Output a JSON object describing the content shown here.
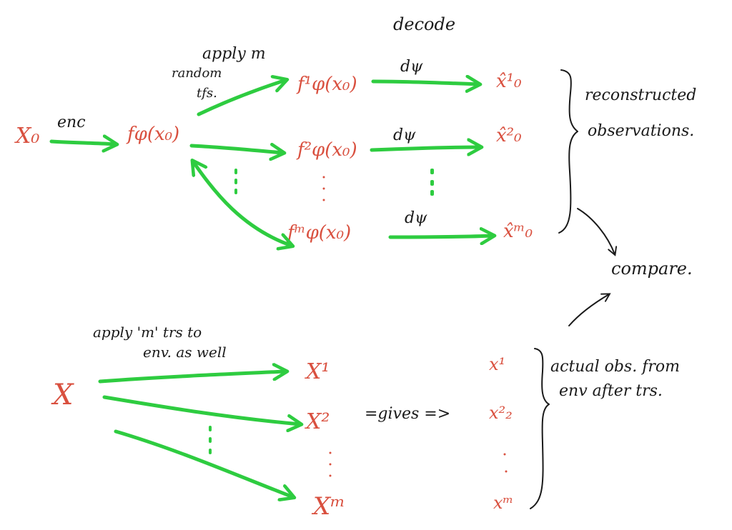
{
  "labels": {
    "decode": "decode",
    "apply_m": "apply m",
    "random_tfs": "random\ntfs.",
    "enc": "enc",
    "d_psi_1": "dψ",
    "d_psi_2": "dψ",
    "d_psi_3": "dψ",
    "reconstructed": "reconstructed\nobservations.",
    "compare": "compare.",
    "apply_env": "apply 'm' trs to\nenv. as well",
    "gives": "=gives =>",
    "actual_obs": "actual obs. from\nenv after trs."
  },
  "nodes": {
    "x0": "X₀",
    "f_x0": "fφ(x₀)",
    "f1": "f¹φ(x₀)",
    "f2": "f²φ(x₀)",
    "fm": "fᵐφ(x₀)",
    "xhat1": "x̂¹₀",
    "xhat2": "x̂²₀",
    "xhatm": "x̂ᵐ₀",
    "X": "X",
    "X1": "X¹",
    "X2": "X²",
    "Xm": "Xᵐ",
    "x1": "x¹",
    "x2": "x²₂",
    "xm": "xᵐ"
  },
  "colors": {
    "arrow": "#2ecc40",
    "math": "#d9503f",
    "ink": "#1a1a1a"
  }
}
